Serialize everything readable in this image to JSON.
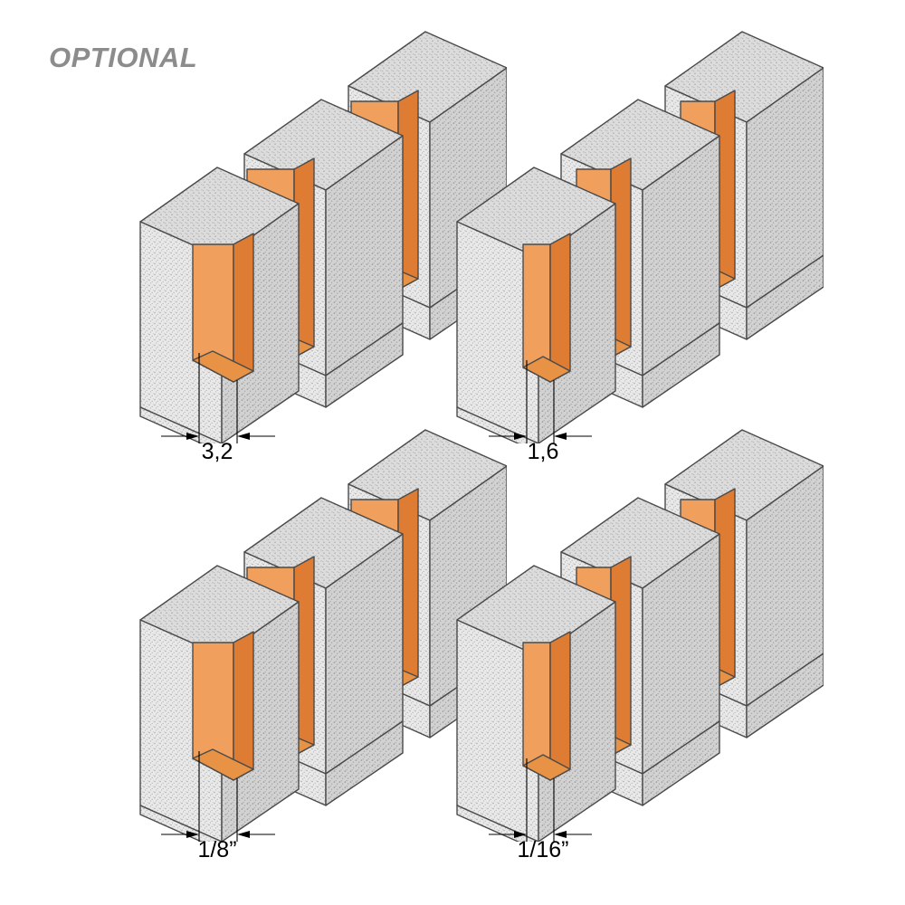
{
  "title_badge": {
    "label": "OPTIONAL",
    "color": "#8c8c8c"
  },
  "colors": {
    "wood_light": "#e8e8e8",
    "wood_mid": "#d2d2d2",
    "wood_dark": "#bdbdbd",
    "orange_light": "#f2a464",
    "orange_mid": "#e8883a",
    "orange_dark": "#d4702a",
    "outline": "#4a4a4a",
    "dimension_line": "#000000",
    "text": "#000000"
  },
  "diagram": {
    "type": "joint-profile-illustration",
    "description": "Four isometric drawings of stepped rabbet / tongue-and-groove joints cut in three blocks each, with a dimension callout under every drawing",
    "panels": [
      {
        "id": "panel-1",
        "position": "top-left",
        "dimension_label": "3,2",
        "units": "mm",
        "block_count": 3
      },
      {
        "id": "panel-2",
        "position": "top-right",
        "dimension_label": "1,6",
        "units": "mm",
        "block_count": 3
      },
      {
        "id": "panel-3",
        "position": "bottom-left",
        "dimension_label": "1/8”",
        "units": "inch",
        "block_count": 3
      },
      {
        "id": "panel-4",
        "position": "bottom-right",
        "dimension_label": "1/16”",
        "units": "inch",
        "block_count": 3
      }
    ]
  }
}
